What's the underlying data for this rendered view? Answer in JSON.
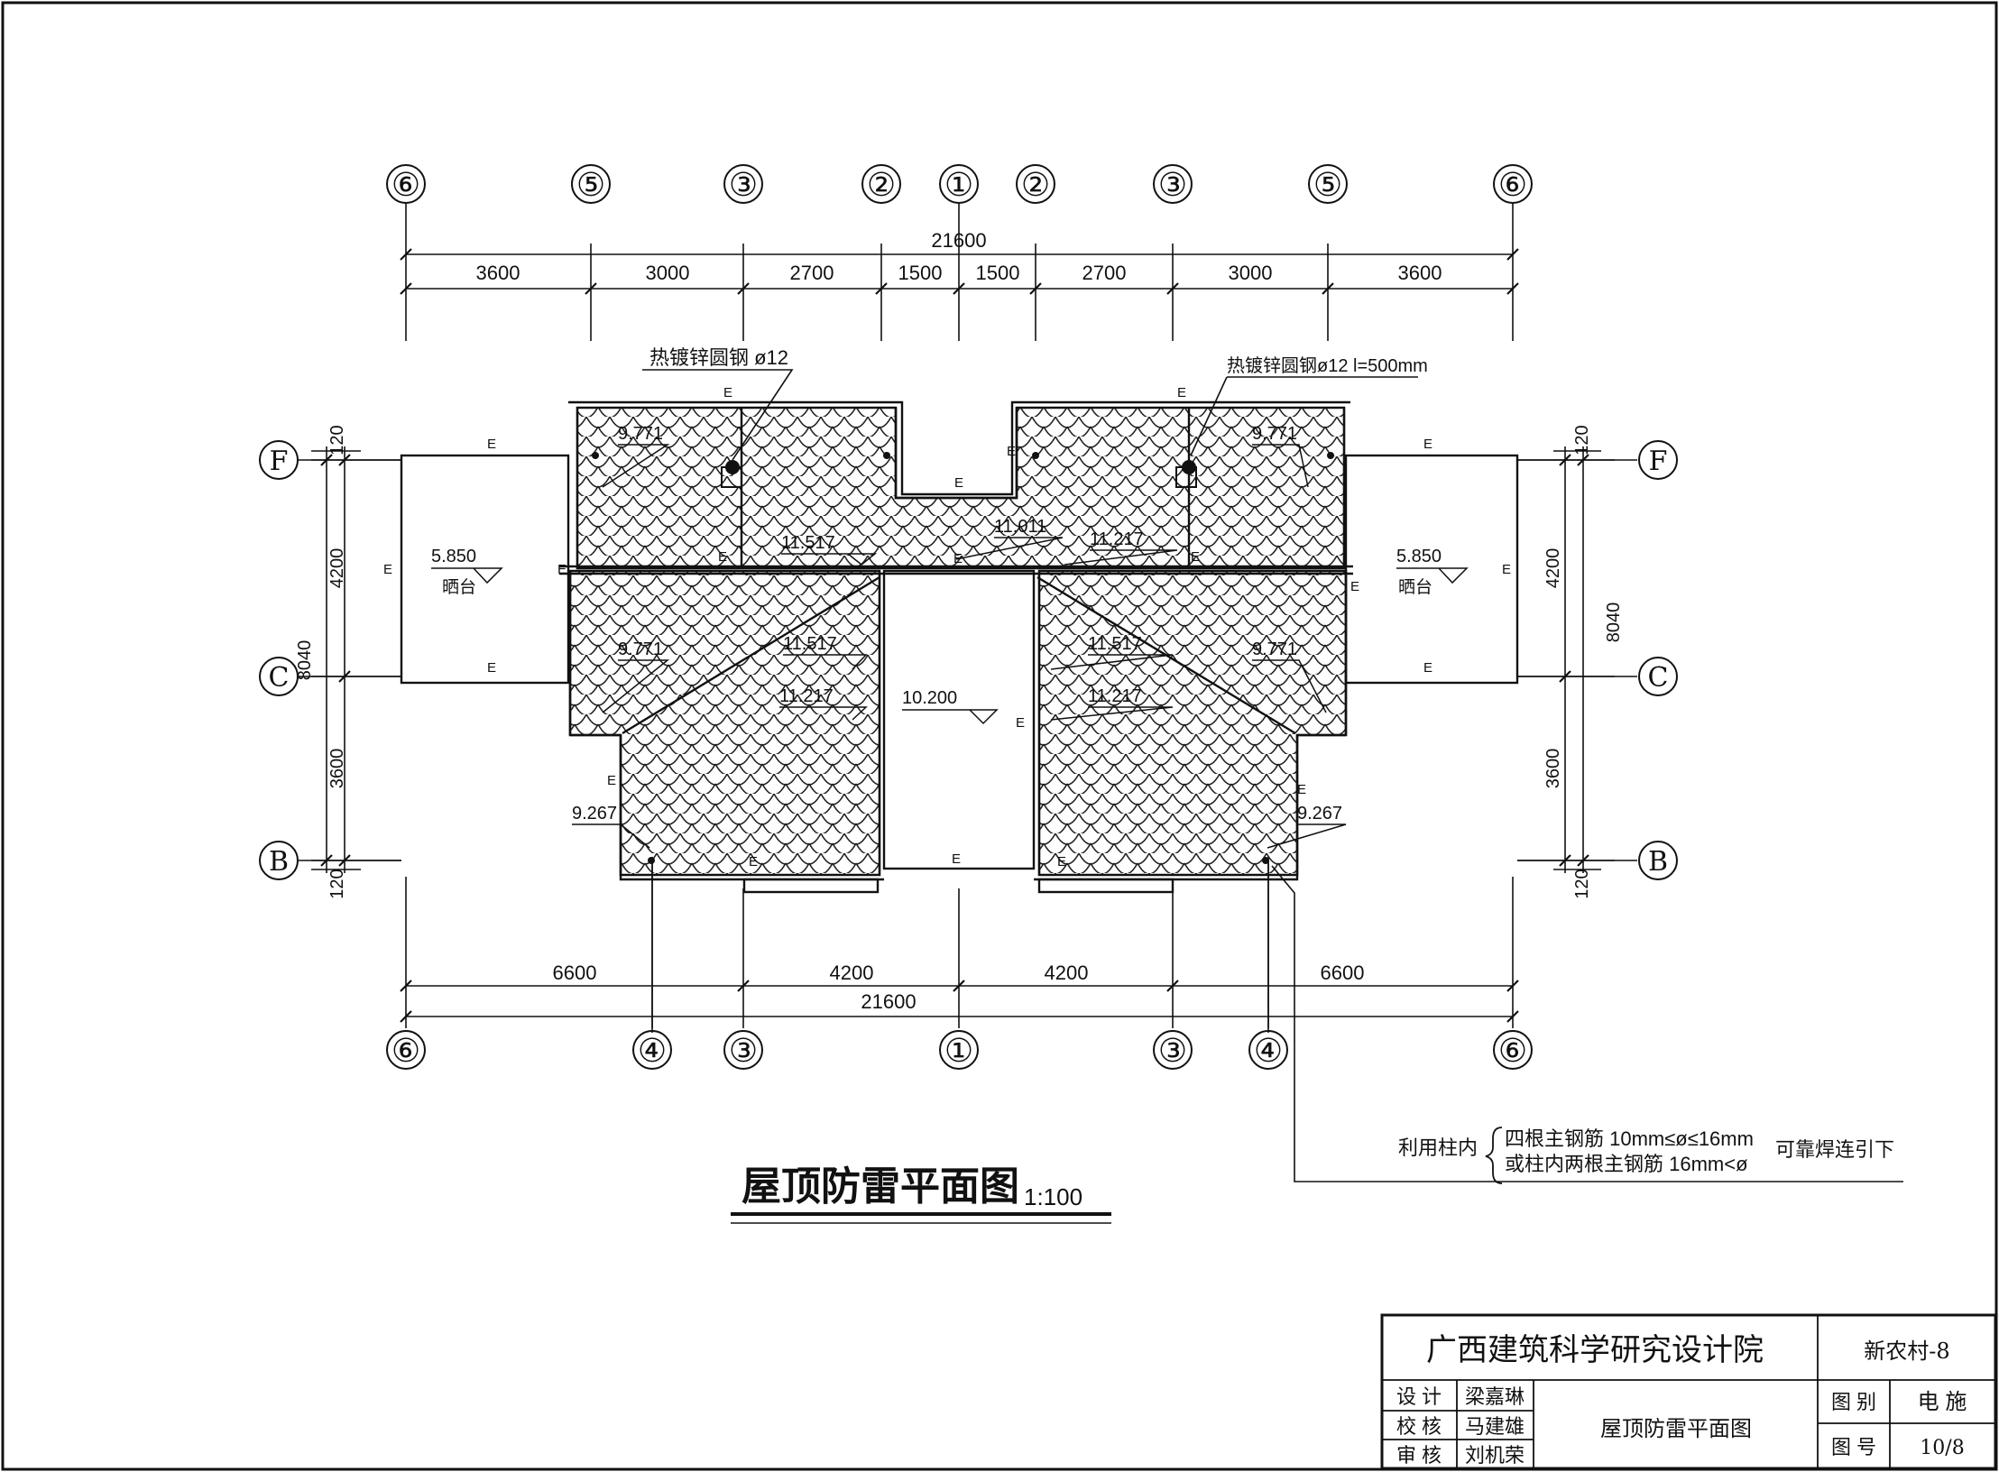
{
  "drawing": {
    "title": "屋顶防雷平面图",
    "scale": "1:100"
  },
  "axes": {
    "top": [
      "⑥",
      "⑤",
      "③",
      "②",
      "①",
      "②",
      "③",
      "⑤",
      "⑥"
    ],
    "bottom": [
      "⑥",
      "④",
      "③",
      "①",
      "③",
      "④",
      "⑥"
    ],
    "left": [
      "F",
      "C",
      "B"
    ],
    "right": [
      "F",
      "C",
      "B"
    ]
  },
  "dimensions": {
    "top_total": "21600",
    "top": [
      "3600",
      "3000",
      "2700",
      "1500",
      "1500",
      "2700",
      "3000",
      "3600"
    ],
    "bottom_total": "21600",
    "bottom": [
      "6600",
      "4200",
      "4200",
      "6600"
    ],
    "left_outer": "8040",
    "left": [
      "120",
      "4200",
      "3600",
      "120"
    ],
    "right_outer": "8040",
    "right": [
      "120",
      "4200",
      "3600",
      "120"
    ]
  },
  "elevations": {
    "ridge_upper": [
      "9.771",
      "9.771",
      "9.771",
      "9.771"
    ],
    "ridge_mid": [
      "11.517",
      "11.011",
      "11.217",
      "11.517",
      "11.217",
      "11.517",
      "11.217"
    ],
    "eaves_low": [
      "9.267",
      "9.267"
    ],
    "terrace_left": "5.850",
    "terrace_right": "5.850",
    "terrace_label": "晒台",
    "center": "10.200"
  },
  "labels": {
    "rod_left": "热镀锌圆钢 ø12",
    "rod_right": "热镀锌圆钢ø12  l=500mm",
    "e_mark": "E"
  },
  "note": {
    "prefix": "利用柱内",
    "line1": "四根主钢筋 10mm≤ø≤16mm",
    "line2": "或柱内两根主钢筋   16mm<ø",
    "suffix": "可靠焊连引下"
  },
  "title_block": {
    "institute": "广西建筑科学研究设计院",
    "project": "新农村-8",
    "drawing_name": "屋顶防雷平面图",
    "rows": [
      {
        "role": "设 计",
        "name": "梁嘉琳"
      },
      {
        "role": "校 核",
        "name": "马建雄"
      },
      {
        "role": "审 核",
        "name": "刘机荣"
      }
    ],
    "category_label": "图  别",
    "category_value": "电  施",
    "number_label": "图  号",
    "number_value": "10/8"
  }
}
